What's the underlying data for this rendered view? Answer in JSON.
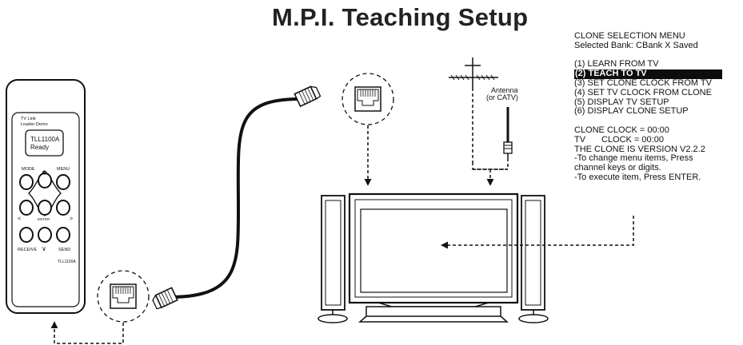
{
  "title": "M.P.I. Teaching Setup",
  "menu": {
    "header": "CLONE SELECTION MENU",
    "selected_bank": "Selected Bank: CBank X Saved",
    "items": [
      "(1) LEARN FROM TV",
      "(2) TEACH TO TV",
      "(3) SET CLONE CLOCK FROM TV",
      "(4) SET TV CLOCK FROM CLONE",
      "(5) DISPLAY TV SETUP",
      "(6) DISPLAY CLONE SETUP"
    ],
    "highlighted_index": 1,
    "clone_clock": "CLONE CLOCK = 00:00",
    "tv_clock_label": "TV",
    "tv_clock_value": "CLOCK = 00:00",
    "version": "THE CLONE IS VERSION V2.2.2",
    "instructions": [
      "-To change menu items,  Press",
      " channel keys or digits.",
      "-To execute item, Press ENTER."
    ]
  },
  "antenna_label": "Antenna",
  "antenna_sublabel": "(or CATV)",
  "remote": {
    "brand_line1": "TV Link",
    "brand_line2": "Loader-Demo",
    "screen_line1": "TLL1100A",
    "screen_line2": "Ready",
    "mode": "MODE",
    "menu": "MENU",
    "enter": "ENTER",
    "receive": "RECEIVE",
    "send": "SEND",
    "model": "TLL1100A",
    "up": "∧",
    "down": "∨",
    "left": "<",
    "right": ">"
  }
}
